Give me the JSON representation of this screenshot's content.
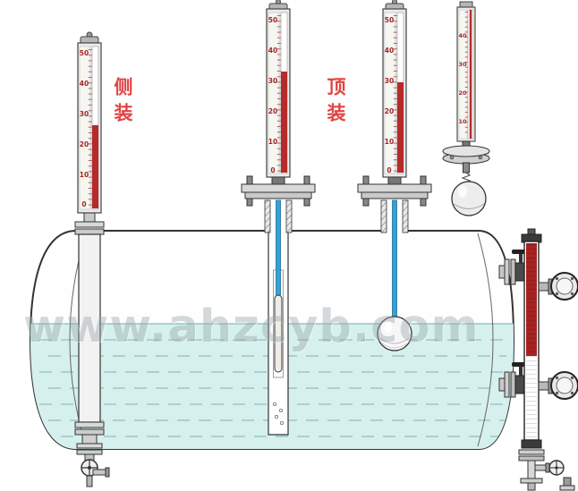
{
  "labels": {
    "side_mounted": "侧装",
    "top_mounted": "顶装"
  },
  "watermark": "www.ahzcyb.com",
  "gauges": {
    "side_gauge": {
      "scale": [
        "50",
        "40",
        "30",
        "20",
        "10",
        "0"
      ]
    },
    "top_gauge_1": {
      "scale": [
        "50",
        "40",
        "30",
        "20",
        "10",
        "0"
      ]
    },
    "top_gauge_2": {
      "scale": [
        "50",
        "40",
        "30",
        "20",
        "10",
        "0"
      ]
    },
    "product_gauge": {
      "scale": [
        "40",
        "30",
        "20",
        "10"
      ]
    }
  },
  "colors": {
    "indicator_red": "#b52a2a",
    "right_tube_red": "#a82222",
    "float_rod_blue": "#35a0d8",
    "liquid": "#d6f0ee",
    "label_red": "#e04545",
    "watermark_gray": "#9aa7ac"
  }
}
